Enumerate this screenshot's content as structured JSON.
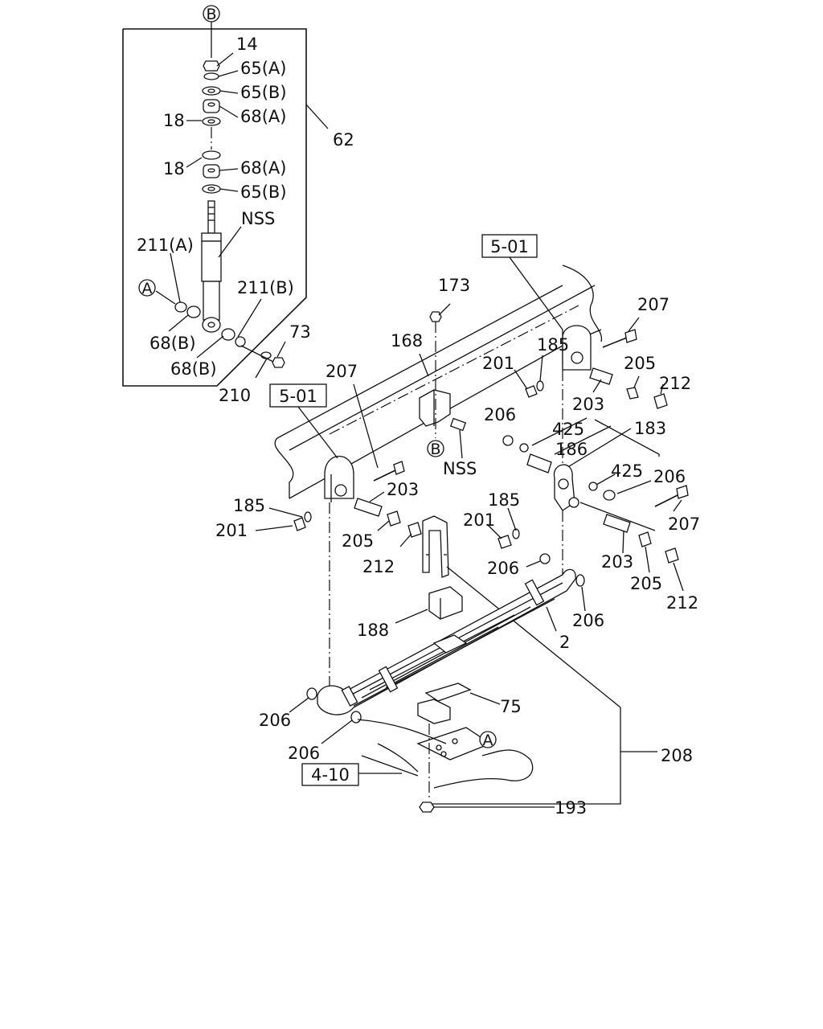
{
  "labels": {
    "l14": "14",
    "l65a_1": "65(A)",
    "l65b_1": "65(B)",
    "l68a_1": "68(A)",
    "l18_1": "18",
    "l62": "62",
    "l18_2": "18",
    "l68a_2": "68(A)",
    "l65b_2": "65(B)",
    "lnss_1": "NSS",
    "l211a": "211(A)",
    "l211b": "211(B)",
    "l68b_1": "68(B)",
    "l68b_2": "68(B)",
    "l73": "73",
    "l210": "210",
    "l173": "173",
    "l168": "168",
    "lnss_2": "NSS",
    "l207_1": "207",
    "l185_1": "185",
    "l201_1": "201",
    "l205_1": "205",
    "l212_1": "212",
    "l203_1": "203",
    "l206_1": "206",
    "l425_1": "425",
    "l183": "183",
    "l186": "186",
    "l425_2": "425",
    "l206_2": "206",
    "l207_2": "207",
    "l185_2": "185",
    "l201_2": "201",
    "l203_2": "203",
    "l205_2": "205",
    "l212_2": "212",
    "l206_3": "206",
    "l206_4": "206",
    "l2": "2",
    "l207_3": "207",
    "l203_3": "203",
    "l185_3": "185",
    "l201_3": "201",
    "l205_3": "205",
    "l212_3": "212",
    "l188": "188",
    "l75": "75",
    "l206_5": "206",
    "l206_6": "206",
    "l208": "208",
    "l193": "193"
  },
  "refs": {
    "b_top": "B",
    "b_mid": "B",
    "a_left": "A",
    "a_bottom": "A",
    "ref_501_right": "5-01",
    "ref_501_left": "5-01",
    "ref_410": "4-10"
  }
}
